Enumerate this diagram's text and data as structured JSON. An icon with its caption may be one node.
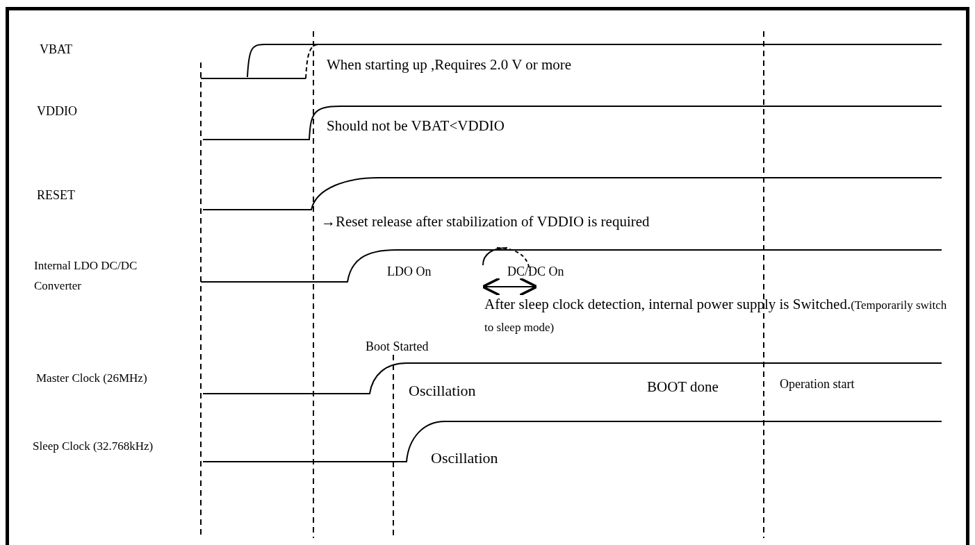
{
  "diagram": {
    "labels": [
      "VBAT",
      "When starting up ,Requires 2.0 V or more",
      "VDDIO",
      "Should not be VBAT<VDDIO",
      "RESET",
      "→Reset release after stabilization of VDDIO is required",
      "Internal LDO DC/DC Converter",
      "LDO On",
      "DC/DC On",
      "After sleep clock detection, internal power supply is Switched.",
      "(Temporarily switch to sleep mode)",
      "Boot Started",
      "Master Clock (26MHz)",
      "Oscillation",
      "BOOT done",
      "Operation start",
      "Sleep Clock (32.768kHz)",
      "Oscillation"
    ]
  }
}
